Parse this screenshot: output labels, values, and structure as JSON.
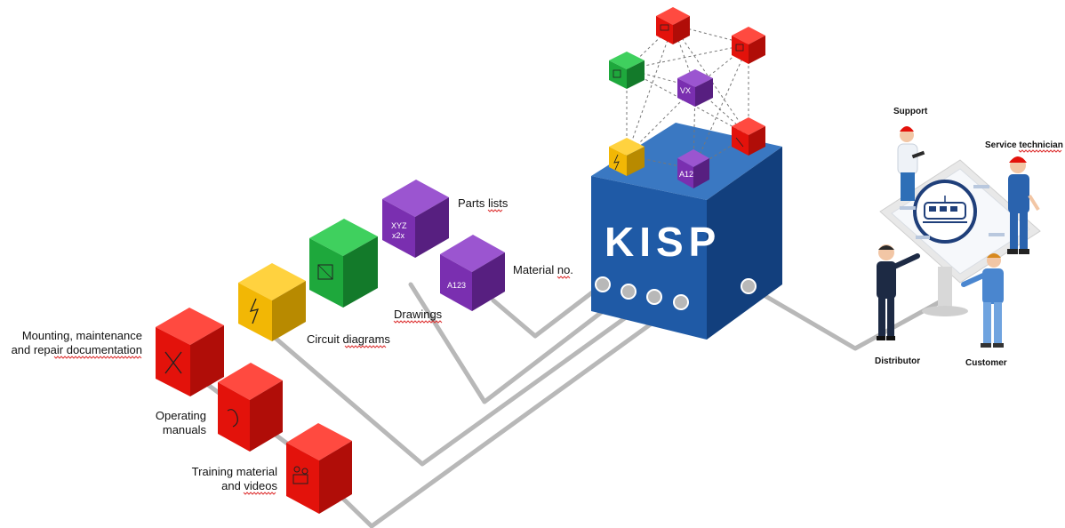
{
  "kisp_label": "KISP",
  "inputs": {
    "parts_lists": {
      "label": "Parts lists",
      "cube_text_1": "XYZ",
      "cube_text_2": "x2x"
    },
    "material_no": {
      "label": "Material no.",
      "cube_text": "A123"
    },
    "drawings": {
      "label": "Drawings"
    },
    "circuit_diagrams": {
      "label": "Circuit diagrams"
    },
    "mounting": {
      "label_line1": "Mounting, maintenance",
      "label_line2": "and repair documentation"
    },
    "operating": {
      "label_line1": "Operating",
      "label_line2": "manuals"
    },
    "training": {
      "label_line1": "Training material",
      "label_line2": "and videos"
    }
  },
  "network_cubes": {
    "vx_text": "VX",
    "a12_text": "A12"
  },
  "people": {
    "support": "Support",
    "service_technician": "Service technician",
    "distributor": "Distributor",
    "customer": "Customer"
  },
  "colors": {
    "kisp_front": "#1f5aa6",
    "kisp_right": "#123f7d",
    "kisp_top": "#3a78c2",
    "red": "#e3120b",
    "yellow": "#f2b705",
    "green": "#1ea83c",
    "purple": "#7a2fb0",
    "wire": "#b8b8b8"
  }
}
